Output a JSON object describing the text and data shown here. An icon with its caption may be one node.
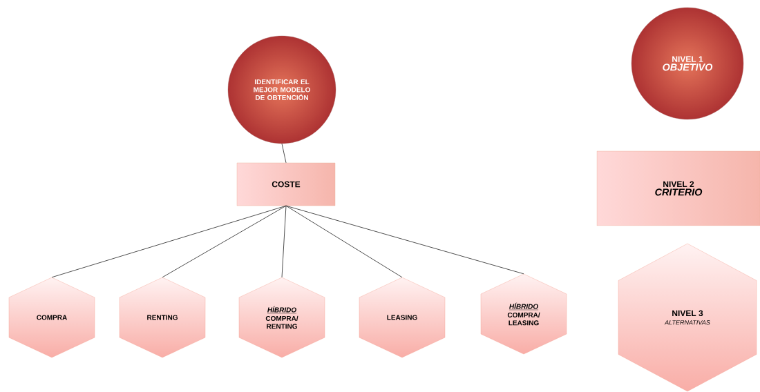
{
  "diagram": {
    "nodes": [
      {
        "text": [
          "IDENTIFICAR EL MEJOR MODELO DE OBTENCIÓN"
        ]
      },
      {
        "text": [
          "COSTE"
        ]
      },
      {
        "text": [
          "COMPRA"
        ]
      },
      {
        "text": [
          "RENTING"
        ]
      },
      {
        "text": [
          "HÍBRIDO",
          "COMPRA/ RENTING"
        ]
      },
      {
        "text": [
          "LEASING"
        ]
      },
      {
        "text": [
          "HÍBRIDO",
          "COMPRA/ LEASING"
        ]
      },
      {
        "text": [
          "NIVEL 1",
          "OBJETIVO"
        ]
      },
      {
        "text": [
          "NIVEL 2",
          "CRITERIO"
        ]
      },
      {
        "text": [
          "NIVEL 3",
          "ALTERNATIVAS"
        ]
      }
    ],
    "edges": [
      {
        "from": 0,
        "to": 1,
        "arrow": "none"
      },
      {
        "from": 1,
        "to": 2,
        "arrow": "none"
      },
      {
        "from": 1,
        "to": 3,
        "arrow": "none"
      },
      {
        "from": 1,
        "to": 4,
        "arrow": "none"
      },
      {
        "from": 1,
        "to": 5,
        "arrow": "none"
      },
      {
        "from": 1,
        "to": 6,
        "arrow": "none"
      }
    ]
  }
}
